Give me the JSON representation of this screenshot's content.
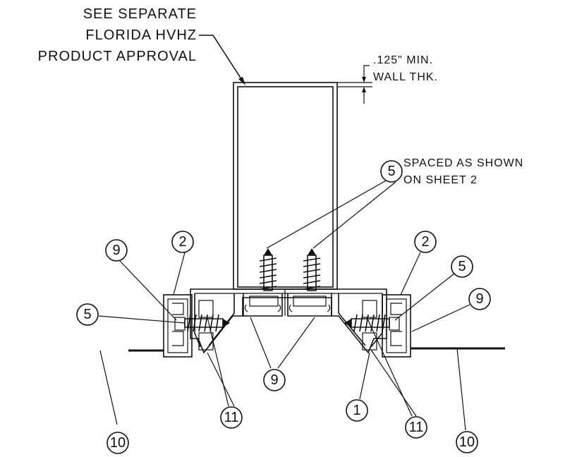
{
  "notes": {
    "approval": [
      "SEE SEPARATE",
      "FLORIDA HVHZ",
      "PRODUCT APPROVAL"
    ],
    "wall": [
      ".125\" MIN.",
      "WALL THK."
    ],
    "spacing": [
      "SPACED AS SHOWN",
      "ON SHEET 2"
    ]
  },
  "callouts": {
    "c5_top": "5",
    "c9_left": "9",
    "c2_left": "2",
    "c5_left": "5",
    "c10_left": "10",
    "c11_left": "11",
    "c9_bottom": "9",
    "c2_right": "2",
    "c5_right": "5",
    "c9_right": "9",
    "c1_right": "1",
    "c11_right": "11",
    "c10_right": "10"
  },
  "colors": {
    "ink": "#111111",
    "paper": "#ffffff"
  }
}
